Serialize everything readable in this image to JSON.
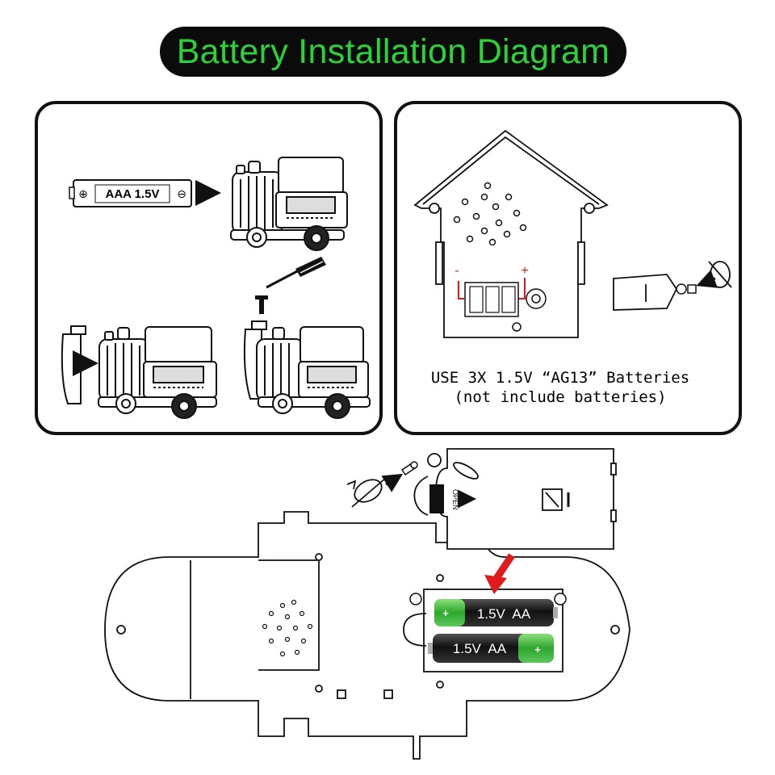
{
  "title": "Battery Installation Diagram",
  "colors": {
    "title_bg": "#0b0b0b",
    "title_text": "#2bd23a",
    "battery_green": "#3fbf3f",
    "arrow_red": "#e01b1b"
  },
  "left_panel": {
    "battery_label": "AAA 1.5V",
    "plus_symbol": "⊕",
    "minus_symbol": "⊖"
  },
  "right_panel": {
    "minus_mark": "-",
    "plus_mark": "+",
    "instruction_line1": "USE 3X 1.5V “AG13” Batteries",
    "instruction_line2": "(not include batteries)"
  },
  "bottom": {
    "battery_top_label": "1.5V  AA",
    "battery_bottom_label": "1.5V  AA",
    "plus_mark": "+",
    "open_label": "OPEN"
  }
}
